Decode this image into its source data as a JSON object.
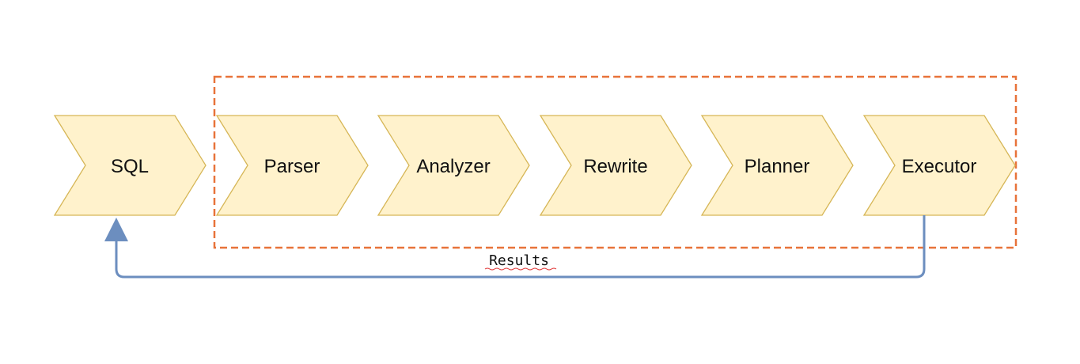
{
  "diagram": {
    "stages": [
      {
        "id": "sql",
        "label": "SQL"
      },
      {
        "id": "parser",
        "label": "Parser"
      },
      {
        "id": "analyzer",
        "label": "Analyzer"
      },
      {
        "id": "rewrite",
        "label": "Rewrite"
      },
      {
        "id": "planner",
        "label": "Planner"
      },
      {
        "id": "executor",
        "label": "Executor"
      }
    ],
    "return_edge": {
      "label": "Results",
      "from": "executor",
      "to": "sql"
    },
    "colors": {
      "stage_fill": "#fff2cc",
      "stage_stroke": "#d6b656",
      "group_border": "#e8733a",
      "return_arrow": "#6c8ebf"
    }
  }
}
